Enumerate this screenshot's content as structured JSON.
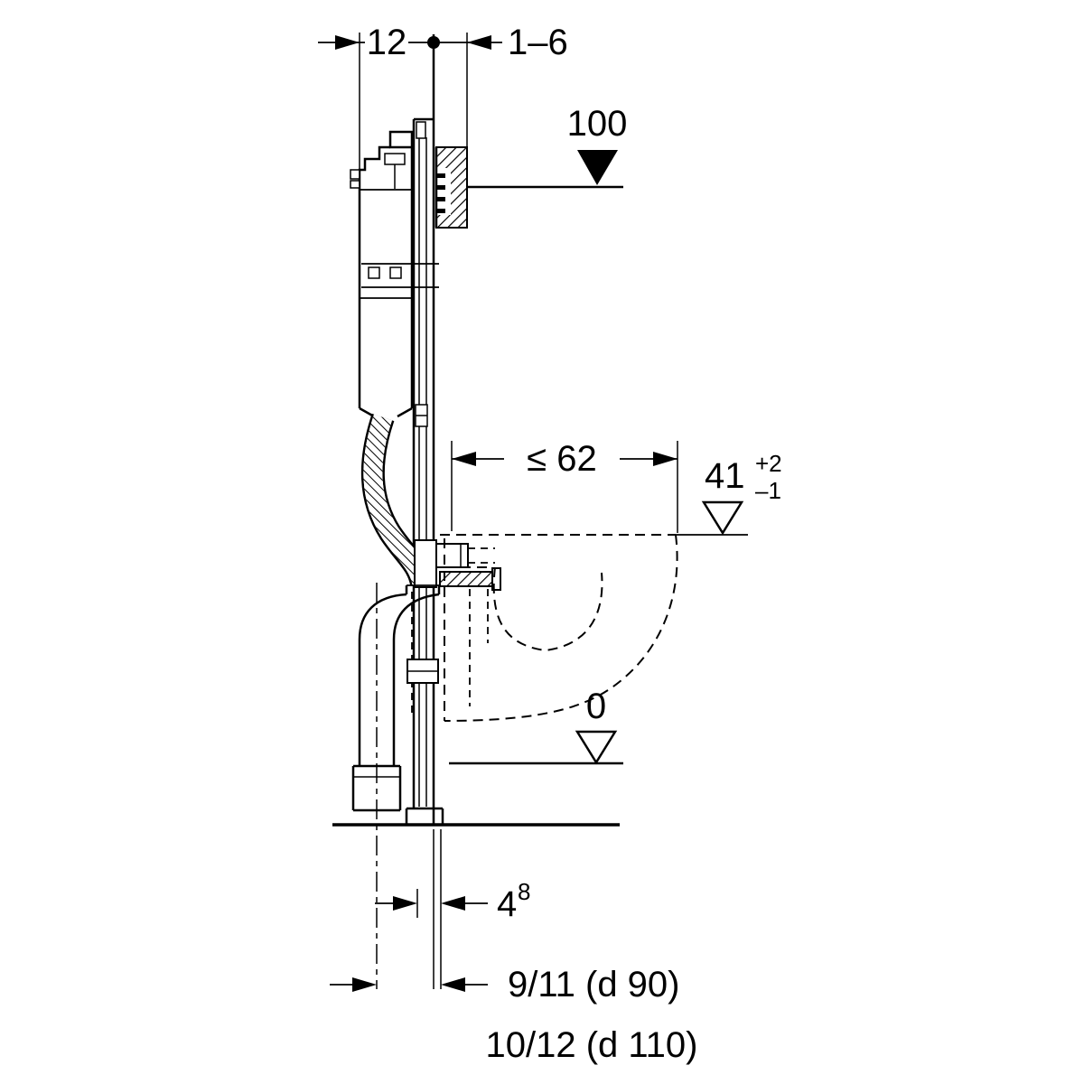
{
  "colors": {
    "ink": "#000000",
    "background": "#ffffff"
  },
  "labels": {
    "dim_cistern_depth": "12",
    "dim_wall_finish": "1–6",
    "level_meter": "100",
    "dim_pan_depth": "≤ 62",
    "level_pan_height": "41",
    "level_pan_tol_plus": "+2",
    "level_pan_tol_minus": "–1",
    "level_floor": "0",
    "dim_outlet_offset": "4",
    "dim_outlet_offset_alt": "8",
    "dim_outlet_d90": "9/11 (d 90)",
    "dim_outlet_d110": "10/12 (d 110)"
  }
}
